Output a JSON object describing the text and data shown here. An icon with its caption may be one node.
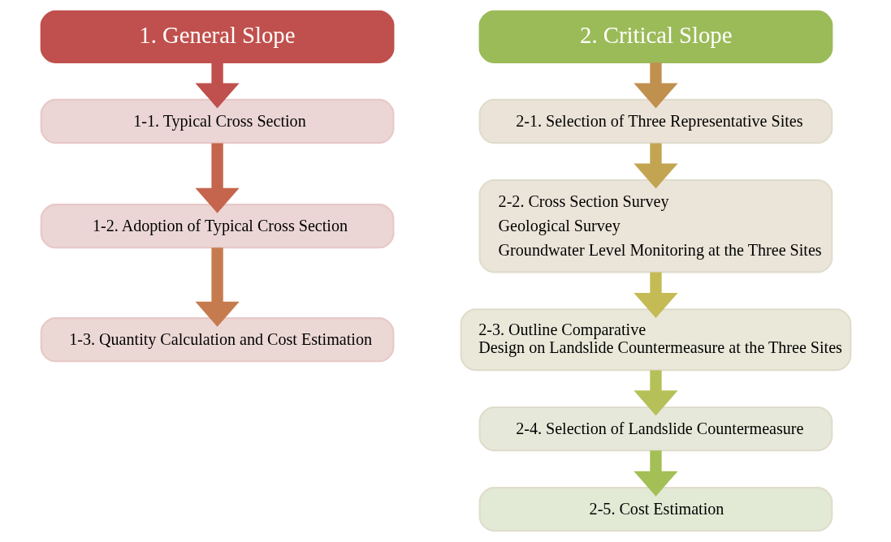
{
  "diagram": {
    "nodes": [
      {
        "text": [
          "1. General Slope"
        ]
      },
      {
        "text": [
          "1-1. Typical Cross Section"
        ]
      },
      {
        "text": [
          "1-2. Adoption of Typical Cross Section"
        ]
      },
      {
        "text": [
          "1-3. Quantity Calculation and Cost Estimation"
        ]
      },
      {
        "text": [
          "2. Critical Slope"
        ]
      },
      {
        "text": [
          "2-1. Selection of Three Representative Sites"
        ]
      },
      {
        "text": [
          "2-2. Cross Section Survey",
          "Geological Survey",
          "Groundwater Level Monitoring at the Three Sites"
        ]
      },
      {
        "text": [
          "2-3. Outline Comparative Design on Landslide Countermeasure at the Three Sites"
        ]
      },
      {
        "text": [
          "2-4. Selection of Landslide Countermeasure"
        ]
      },
      {
        "text": [
          "2-5. Cost Estimation"
        ]
      }
    ],
    "edges": [
      {
        "from": 0,
        "to": 1,
        "arrow": "to",
        "color": "#c0504d"
      },
      {
        "from": 1,
        "to": 2,
        "arrow": "to",
        "color": "#c5654d"
      },
      {
        "from": 2,
        "to": 3,
        "arrow": "to",
        "color": "#c67b4e"
      },
      {
        "from": 4,
        "to": 5,
        "arrow": "to",
        "color": "#c0904f"
      },
      {
        "from": 5,
        "to": 6,
        "arrow": "to",
        "color": "#c3a450"
      },
      {
        "from": 6,
        "to": 7,
        "arrow": "to",
        "color": "#c4bb55"
      },
      {
        "from": 7,
        "to": 8,
        "arrow": "to",
        "color": "#b5c058"
      },
      {
        "from": 8,
        "to": 9,
        "arrow": "to",
        "color": "#a3bf55"
      }
    ]
  }
}
